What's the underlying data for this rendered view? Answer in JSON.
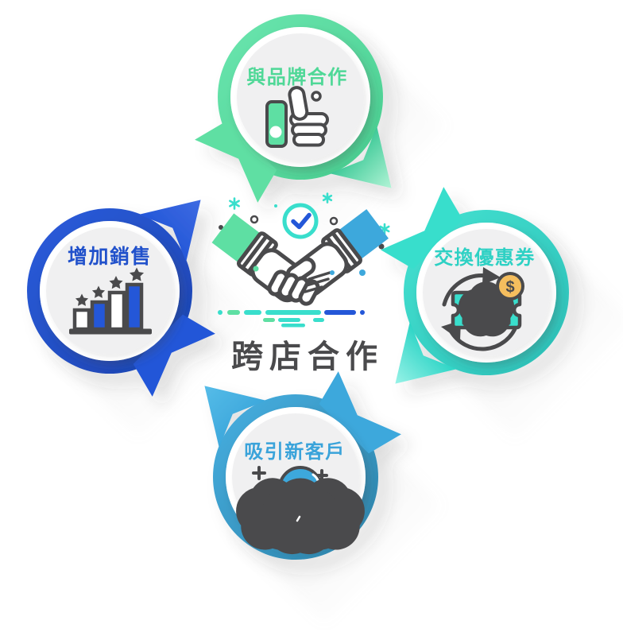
{
  "diagram": {
    "title": "跨店合作",
    "center_icon": "handshake-icon",
    "badge_icon": "checkmark-icon",
    "currency_symbol": "$",
    "flow_direction": "clockwise"
  },
  "nodes": [
    {
      "position": "top",
      "label": "與品牌合作",
      "icon": "thumbs-up-icon",
      "color": "#5EDFA3"
    },
    {
      "position": "right",
      "label": "交換優惠券",
      "icon": "coupon-exchange-icon",
      "color": "#39DECC"
    },
    {
      "position": "bottom",
      "label": "吸引新客戶",
      "icon": "new-customer-icon",
      "color": "#3DA8DC"
    },
    {
      "position": "left",
      "label": "增加銷售",
      "icon": "sales-bar-chart-icon",
      "color": "#2457D8"
    }
  ],
  "colors": {
    "green": "#5EDFA3",
    "green-text": "#4FD897",
    "teal": "#39DECC",
    "teal-text": "#2ED1C4",
    "blue": "#3DA8DC",
    "blue-text": "#3AA3DA",
    "navy": "#2457D8",
    "navy-text": "#2151CB",
    "dark": "#4A4A4C",
    "gray": "#F0F0F1",
    "orange": "#F6BD68",
    "coin": "#F5BE5E"
  }
}
